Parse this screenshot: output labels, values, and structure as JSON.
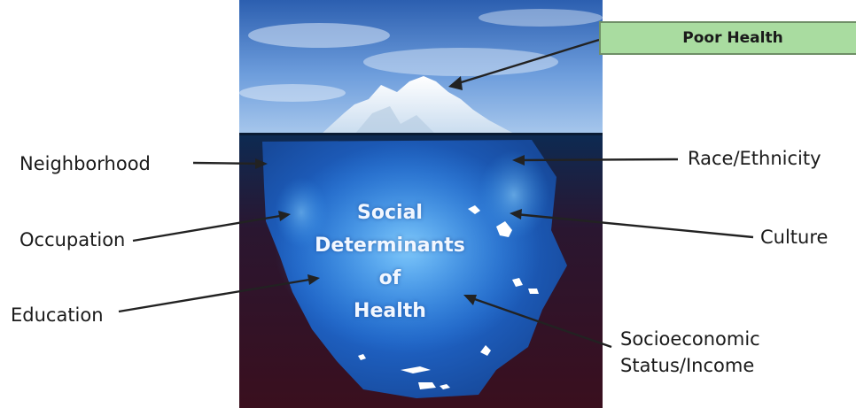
{
  "top_label": "Poor Health",
  "center_title": [
    "Social",
    "Determinants",
    "of",
    "Health"
  ],
  "left_labels": {
    "neighborhood": "Neighborhood",
    "occupation": "Occupation",
    "education": "Education"
  },
  "right_labels": {
    "race": "Race/Ethnicity",
    "culture": "Culture",
    "ses_line1": "Socioeconomic",
    "ses_line2": "Status/Income"
  },
  "colors": {
    "top_box": "#a9dca0",
    "water_dark": "#3a0f1e",
    "ice_blue": "#2f86e6",
    "sky": "#5a8fd4"
  }
}
